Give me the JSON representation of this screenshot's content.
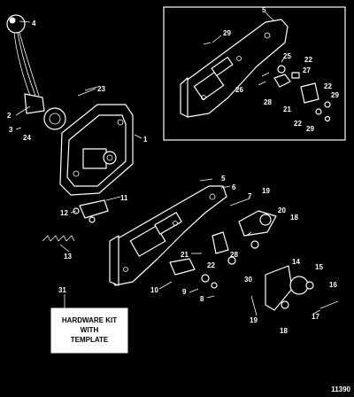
{
  "figure_number": "11390",
  "kit_box": {
    "line1": "HARDWARE KIT",
    "line2": "WITH",
    "line3": "TEMPLATE"
  },
  "callouts": [
    {
      "id": "c4",
      "text": "4"
    },
    {
      "id": "c23",
      "text": "23"
    },
    {
      "id": "c2",
      "text": "2"
    },
    {
      "id": "c3",
      "text": "3"
    },
    {
      "id": "c24",
      "text": "24"
    },
    {
      "id": "c1",
      "text": "1"
    },
    {
      "id": "c11",
      "text": "11"
    },
    {
      "id": "c12",
      "text": "12"
    },
    {
      "id": "c13",
      "text": "13"
    },
    {
      "id": "c31",
      "text": "31"
    },
    {
      "id": "c5a",
      "text": "5"
    },
    {
      "id": "c29a",
      "text": "29"
    },
    {
      "id": "c25",
      "text": "25"
    },
    {
      "id": "c22a",
      "text": "22"
    },
    {
      "id": "c27",
      "text": "27"
    },
    {
      "id": "c26",
      "text": "26"
    },
    {
      "id": "c28a",
      "text": "28"
    },
    {
      "id": "c21a",
      "text": "21"
    },
    {
      "id": "c22b",
      "text": "22"
    },
    {
      "id": "c29b",
      "text": "29"
    },
    {
      "id": "c22c",
      "text": "22"
    },
    {
      "id": "c29c",
      "text": "29"
    },
    {
      "id": "c5b",
      "text": "5"
    },
    {
      "id": "c6",
      "text": "6"
    },
    {
      "id": "c7",
      "text": "7"
    },
    {
      "id": "c19a",
      "text": "19"
    },
    {
      "id": "c20",
      "text": "20"
    },
    {
      "id": "c18a",
      "text": "18"
    },
    {
      "id": "c21b",
      "text": "21"
    },
    {
      "id": "c22d",
      "text": "22"
    },
    {
      "id": "c28b",
      "text": "28"
    },
    {
      "id": "c30",
      "text": "30"
    },
    {
      "id": "c10",
      "text": "10"
    },
    {
      "id": "c9",
      "text": "9"
    },
    {
      "id": "c8",
      "text": "8"
    },
    {
      "id": "c14",
      "text": "14"
    },
    {
      "id": "c15",
      "text": "15"
    },
    {
      "id": "c16",
      "text": "16"
    },
    {
      "id": "c17",
      "text": "17"
    },
    {
      "id": "c18b",
      "text": "18"
    },
    {
      "id": "c19b",
      "text": "19"
    }
  ]
}
